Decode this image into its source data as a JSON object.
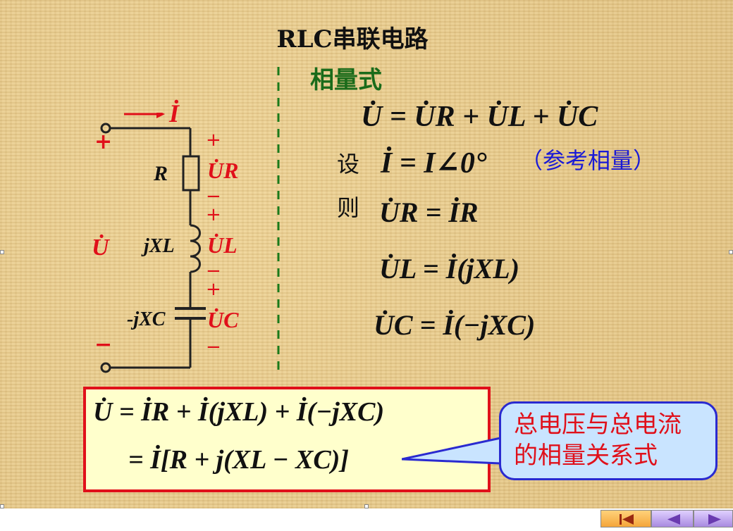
{
  "slide": {
    "title": "RLC串联电路",
    "section_label": "相量式",
    "lines": {
      "line1": "U̇ = U̇R + U̇L + U̇C",
      "set_word": "设",
      "line2": "İ = I∠0°",
      "line2_note": "（参考相量）",
      "then_word": "则",
      "line3": "U̇R = İR",
      "line4": "U̇L = İ(jXL)",
      "line5": "U̇C = İ(−jXC)"
    },
    "circuit": {
      "current_label": "İ",
      "plus_top": "+",
      "minus_bottom": "−",
      "source_voltage": "U̇",
      "resistor_label": "R",
      "inductor_label": "jXL",
      "capacitor_label": "-jXC",
      "ur_label": "U̇R",
      "ul_label": "U̇L",
      "uc_label": "U̇C",
      "sign_plus": "+",
      "sign_minus": "−"
    },
    "summary": {
      "row1": "U̇ = İR + İ(jXL) + İ(−jXC)",
      "row2": "= İ[R + j(XL − XC)]"
    },
    "callout": {
      "line1": "总电压与总电流",
      "line2": "的相量关系式"
    }
  },
  "colors": {
    "accent_red": "#e0101a",
    "section_green": "#1a6b1a",
    "note_blue": "#1a1ad6",
    "box_fill": "#ffffcc",
    "callout_fill": "#c9e4ff"
  },
  "icons": {
    "nav_first": "first-slide-icon",
    "nav_prev": "previous-slide-icon",
    "nav_next": "next-slide-icon"
  }
}
